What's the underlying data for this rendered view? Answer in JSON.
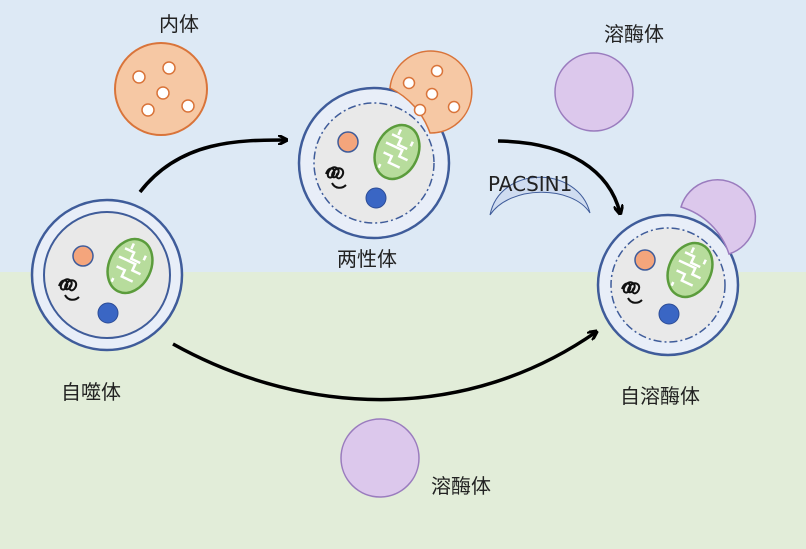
{
  "labels": {
    "endosome": "内体",
    "lysosome_top": "溶酶体",
    "amphisome": "两性体",
    "pacsin1": "PACSIN1",
    "autophagosome": "自噬体",
    "autolysosome": "自溶酶体",
    "lysosome_bottom": "溶酶体"
  },
  "colors": {
    "top_background": "#dde9f5",
    "bottom_background": "#e2edd9",
    "endosome_fill": "#f6c8a4",
    "endosome_stroke": "#d9743a",
    "lysosome_fill": "#dcc8ec",
    "lysosome_stroke": "#9a7cbe",
    "cell_membrane": "#3f5c9a",
    "cell_outer_fill": "#e8eef8",
    "cell_inner_fill": "#e9e9e9",
    "mitochondrion_fill": "#b7dc9c",
    "mitochondrion_stroke": "#5b9c3c",
    "orange_dot": "#f4a57c",
    "blue_dot": "#3a66c4",
    "pacsin_fill": "#cfdcf0",
    "arrow": "#000000"
  }
}
